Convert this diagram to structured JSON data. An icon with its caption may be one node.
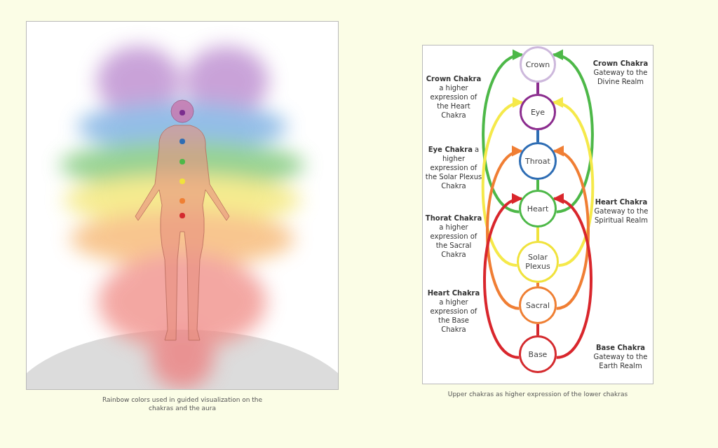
{
  "diagram": {
    "nodes": [
      {
        "text": [
          "Crown"
        ]
      },
      {
        "text": [
          "Eye"
        ]
      },
      {
        "text": [
          "Throat"
        ]
      },
      {
        "text": [
          "Heart"
        ]
      },
      {
        "text": [
          "Solar Plexus"
        ]
      },
      {
        "text": [
          "Sacral"
        ]
      },
      {
        "text": [
          "Base"
        ]
      }
    ],
    "edges": [
      {
        "from": 0,
        "to": 1,
        "arrow": "none",
        "color": "#8b2c8e"
      },
      {
        "from": 1,
        "to": 2,
        "arrow": "none",
        "color": "#2e6db4"
      },
      {
        "from": 2,
        "to": 3,
        "arrow": "none",
        "color": "#4db848"
      },
      {
        "from": 3,
        "to": 4,
        "arrow": "none",
        "color": "#f0e23c"
      },
      {
        "from": 4,
        "to": 5,
        "arrow": "none",
        "color": "#ef7f33"
      },
      {
        "from": 5,
        "to": 6,
        "arrow": "none",
        "color": "#d42a2e"
      },
      {
        "from": 3,
        "to": 0,
        "arrow": "to",
        "color": "#4db848"
      },
      {
        "from": 3,
        "to": 0,
        "arrow": "to",
        "color": "#4db848"
      },
      {
        "from": 4,
        "to": 1,
        "arrow": "to",
        "color": "#f5e94a"
      },
      {
        "from": 4,
        "to": 1,
        "arrow": "to",
        "color": "#f5e94a"
      },
      {
        "from": 5,
        "to": 2,
        "arrow": "to",
        "color": "#f07e34"
      },
      {
        "from": 5,
        "to": 2,
        "arrow": "to",
        "color": "#f07e34"
      },
      {
        "from": 6,
        "to": 3,
        "arrow": "to",
        "color": "#d9262c"
      },
      {
        "from": 6,
        "to": 3,
        "arrow": "to",
        "color": "#d9262c"
      }
    ],
    "labels": [
      "**Crown Chakra** a higher expression of the Heart Chakra",
      "**Crown Chakra** Gateway to the Divine Realm",
      "**Eye Chakra** a higher expression of the Solar Plexus Chakra",
      "**Heart Chakra** Gateway to the Spiritual Realm",
      "**Thorat Chakra** a higher expression of the Sacral Chakra",
      "**Heart Chakra** a higher expression of the Base Chakra",
      "**Base Chakra** Gateway to the Earth Realm",
      "Rainbow colors used in guided visualization on the chakras and the aura",
      "Upper chakras as higher expression of the lower chakras"
    ]
  }
}
